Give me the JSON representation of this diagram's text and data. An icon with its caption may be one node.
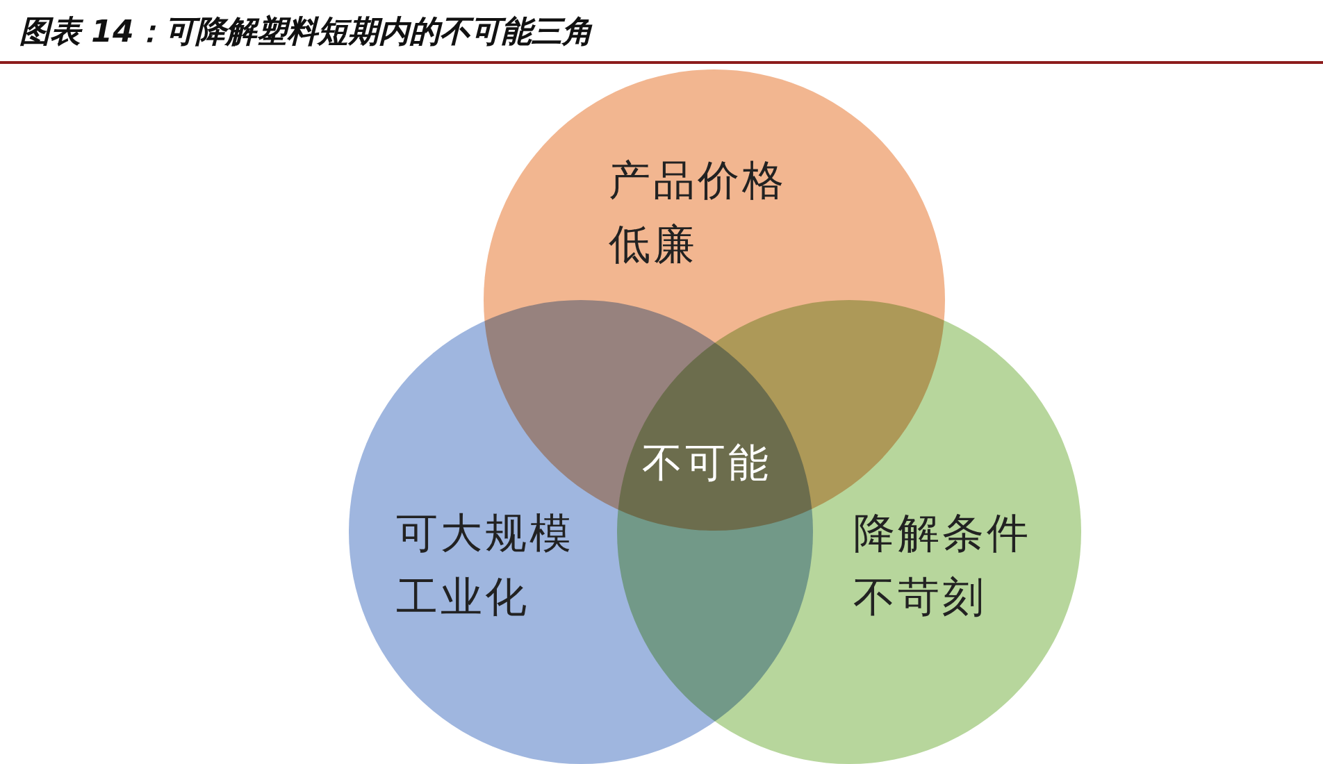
{
  "diagram": {
    "title": "图表 14：可降解塑料短期内的不可能三角",
    "nodes": [
      {
        "text": [
          "产品价格低廉"
        ]
      },
      {
        "text": [
          "可大规模工业化"
        ]
      },
      {
        "text": [
          "降解条件不苛刻"
        ]
      }
    ],
    "labels": [
      "不可能"
    ]
  }
}
